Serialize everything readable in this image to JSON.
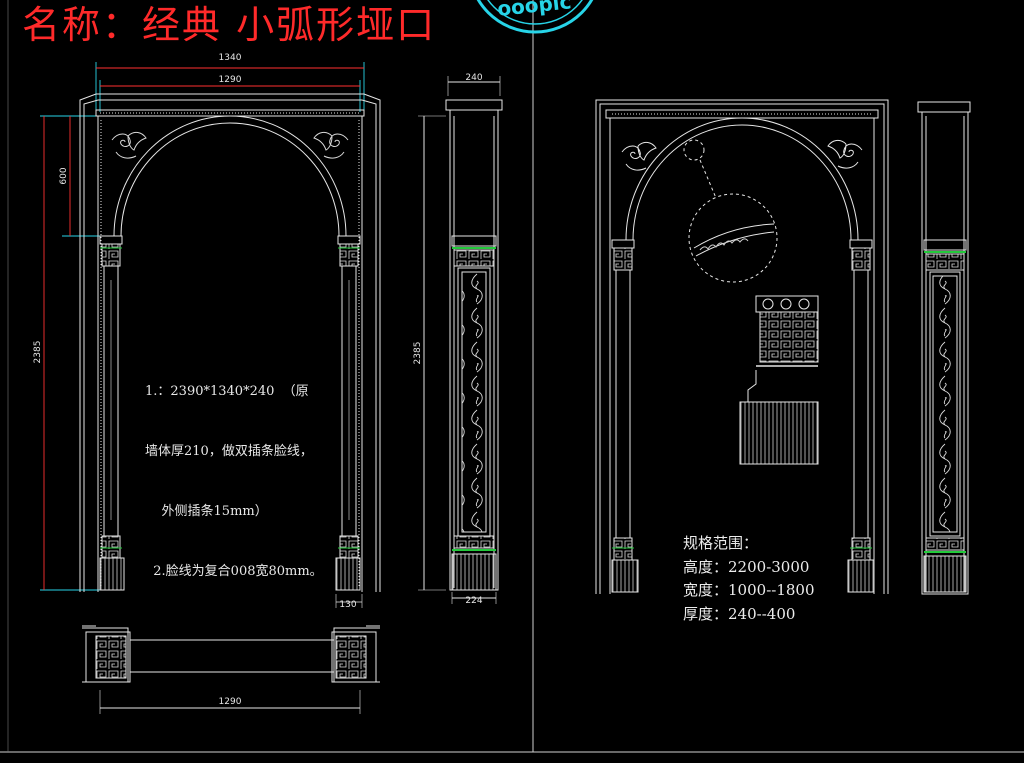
{
  "title": "名称：经典 小弧形垭口",
  "watermark": "ooopic",
  "notes": [
    "1.：2390*1340*240  （原",
    "墙体厚210，做双插条脸线，",
    "    外侧插条15mm）",
    "  2.脸线为复合008宽80mm。"
  ],
  "spec": {
    "heading": "规格范围：",
    "rows": [
      {
        "label": "高度：",
        "value": "2200-3000"
      },
      {
        "label": "宽度：",
        "value": "1000--1800"
      },
      {
        "label": "厚度：",
        "value": "240--400"
      }
    ]
  },
  "dimensions": {
    "outer_width": "1340",
    "inner_width": "1290",
    "arch_height": "600",
    "total_height": "2385",
    "side_depth": "240",
    "side_height": "2385",
    "column_width": "130",
    "side_base": "224",
    "plan_width": "1290"
  },
  "colors": {
    "background": "#000000",
    "line": "#e6e6e6",
    "dimension": "#e6e6e6",
    "red_dim": "#ff3030",
    "cyan": "#27d4e8",
    "green": "#22c93a",
    "title": "#ff2a2a"
  }
}
